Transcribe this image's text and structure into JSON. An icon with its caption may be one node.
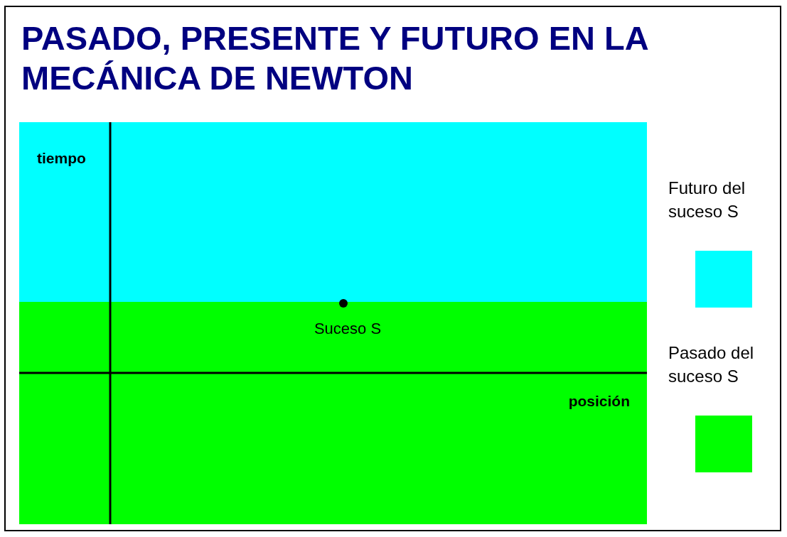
{
  "diagram": {
    "title": "PASADO, PRESENTE Y FUTURO EN LA MECÁNICA DE NEWTON",
    "labels": [
      "tiempo",
      "Suceso S",
      "posición"
    ],
    "legend": [
      {
        "text": "Futuro del suceso S",
        "color": "#00ffff"
      },
      {
        "text": "Pasado del suceso S",
        "color": "#00ff00"
      }
    ]
  }
}
